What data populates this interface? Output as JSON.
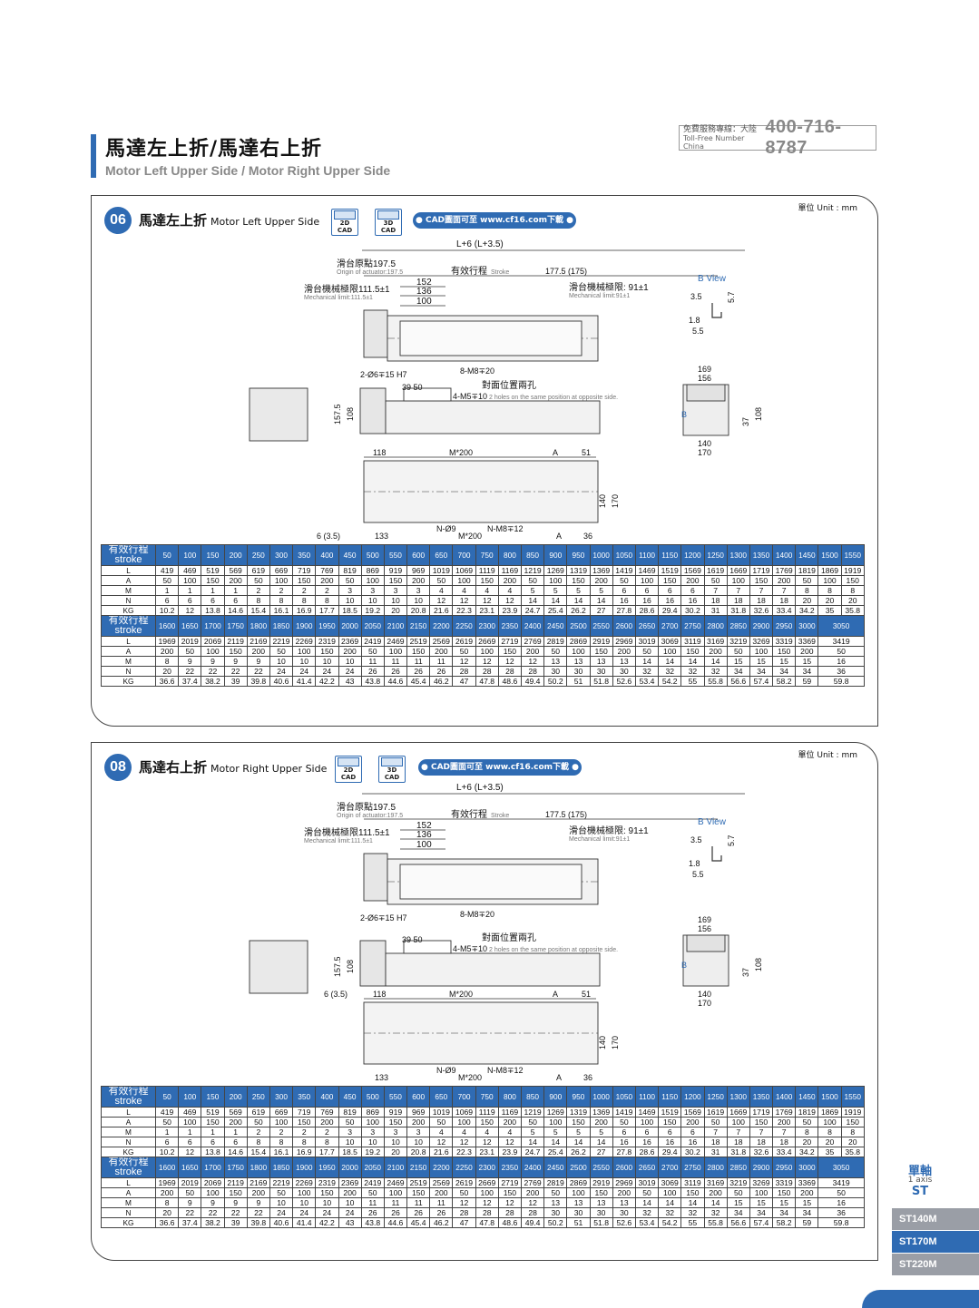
{
  "header": {
    "title_zh": "馬達左上折/馬達右上折",
    "title_en": "Motor Left Upper Side / Motor Right Upper Side",
    "hotline_label_zh": "免費服務專線：大陸",
    "hotline_label_en": "Toll-Free Number   China",
    "hotline_number": "400-716-8787"
  },
  "panels": [
    {
      "badge": "06",
      "title_zh": "馬達左上折",
      "title_en": "Motor Left Upper Side",
      "unit": "單位 Unit : mm",
      "cad_2d": "2D CAD",
      "cad_3d": "3D CAD",
      "cad_link": "● CAD圖面可至 www.cf16.com下載 ●",
      "dims": {
        "l_total": "L+6 (L+3.5)",
        "origin_zh": "滑台原點197.5",
        "origin_en": "Origin of actuator:197.5",
        "stroke_zh": "有效行程",
        "stroke_en": "Stroke",
        "right_end": "177.5 (175)",
        "mech_left_zh": "滑台機械極限111.5±1",
        "mech_left_en": "Mechanical limit:111.5±1",
        "mech_right_zh": "滑台機械極限: 91±1",
        "mech_right_en": "Mechanical limit:91±1",
        "d152": "152",
        "d136": "136",
        "d100": "100",
        "pin": "2-Ø6∓15 H7",
        "m8": "8-M8∓20",
        "d39": "39",
        "d50": "50",
        "m5": "4-M5∓10",
        "same_zh": "對面位置兩孔",
        "same_en": "2 holes on the same position at opposite side.",
        "d157": "157.5",
        "d108": "108",
        "d118": "118",
        "m200": "M*200",
        "a": "A",
        "d51": "51",
        "d140": "140",
        "d170": "170",
        "d6": "6 (3.5)",
        "d133": "133",
        "n9": "N-Ø9",
        "nm8": "N-M8∓12",
        "d36": "36",
        "bview": "B View",
        "d35": "3.5",
        "d57": "5.7",
        "d18": "1.8",
        "d55": "5.5",
        "d169": "169",
        "d156": "156",
        "d37": "37",
        "b": "B"
      }
    },
    {
      "badge": "08",
      "title_zh": "馬達右上折",
      "title_en": "Motor Right Upper Side",
      "unit": "單位 Unit : mm",
      "cad_2d": "2D CAD",
      "cad_3d": "3D CAD",
      "cad_link": "● CAD圖面可至 www.cf16.com下載 ●",
      "dims": {
        "l_total": "L+6 (L+3.5)",
        "origin_zh": "滑台原點197.5",
        "origin_en": "Origin of actuator:197.5",
        "stroke_zh": "有效行程",
        "stroke_en": "Stroke",
        "right_end": "177.5 (175)",
        "mech_left_zh": "滑台機械極限111.5±1",
        "mech_left_en": "Mechanical limit:111.5±1",
        "mech_right_zh": "滑台機械極限: 91±1",
        "mech_right_en": "Mechanical limit:91±1",
        "d152": "152",
        "d136": "136",
        "d100": "100",
        "pin": "2-Ø6∓15 H7",
        "m8": "8-M8∓20",
        "d39": "39",
        "d50": "50",
        "m5": "4-M5∓10",
        "same_zh": "對面位置兩孔",
        "same_en": "2 holes on the same position at opposite side.",
        "d157": "157.5",
        "d108": "108",
        "d118": "118",
        "m200": "M*200",
        "a": "A",
        "d51": "51",
        "d140": "140",
        "d170": "170",
        "d6": "6 (3.5)",
        "d133": "133",
        "n9": "N-Ø9",
        "nm8": "N-M8∓12",
        "d36": "36",
        "bview": "B View",
        "d35": "3.5",
        "d57": "5.7",
        "d18": "1.8",
        "d55": "5.5",
        "d169": "169",
        "d156": "156",
        "d37": "37",
        "b": "B"
      }
    }
  ],
  "table": {
    "stroke_label_zh": "有效行程",
    "stroke_label_en": "stroke",
    "row_labels": [
      "L",
      "A",
      "M",
      "N",
      "KG"
    ],
    "block1": {
      "strokes": [
        "50",
        "100",
        "150",
        "200",
        "250",
        "300",
        "350",
        "400",
        "450",
        "500",
        "550",
        "600",
        "650",
        "700",
        "750",
        "800",
        "850",
        "900",
        "950",
        "1000",
        "1050",
        "1100",
        "1150",
        "1200",
        "1250",
        "1300",
        "1350",
        "1400",
        "1450",
        "1500",
        "1550"
      ],
      "L": [
        "419",
        "469",
        "519",
        "569",
        "619",
        "669",
        "719",
        "769",
        "819",
        "869",
        "919",
        "969",
        "1019",
        "1069",
        "1119",
        "1169",
        "1219",
        "1269",
        "1319",
        "1369",
        "1419",
        "1469",
        "1519",
        "1569",
        "1619",
        "1669",
        "1719",
        "1769",
        "1819",
        "1869",
        "1919"
      ],
      "A": [
        "50",
        "100",
        "150",
        "200",
        "50",
        "100",
        "150",
        "200",
        "50",
        "100",
        "150",
        "200",
        "50",
        "100",
        "150",
        "200",
        "50",
        "100",
        "150",
        "200",
        "50",
        "100",
        "150",
        "200",
        "50",
        "100",
        "150",
        "200",
        "50",
        "100",
        "150"
      ],
      "M": [
        "1",
        "1",
        "1",
        "1",
        "2",
        "2",
        "2",
        "2",
        "3",
        "3",
        "3",
        "3",
        "4",
        "4",
        "4",
        "4",
        "5",
        "5",
        "5",
        "5",
        "6",
        "6",
        "6",
        "6",
        "7",
        "7",
        "7",
        "7",
        "8",
        "8",
        "8"
      ],
      "N": [
        "6",
        "6",
        "6",
        "6",
        "8",
        "8",
        "8",
        "8",
        "10",
        "10",
        "10",
        "10",
        "12",
        "12",
        "12",
        "12",
        "14",
        "14",
        "14",
        "14",
        "16",
        "16",
        "16",
        "16",
        "18",
        "18",
        "18",
        "18",
        "20",
        "20",
        "20"
      ],
      "KG": [
        "10.2",
        "12",
        "13.8",
        "14.6",
        "15.4",
        "16.1",
        "16.9",
        "17.7",
        "18.5",
        "19.2",
        "20",
        "20.8",
        "21.6",
        "22.3",
        "23.1",
        "23.9",
        "24.7",
        "25.4",
        "26.2",
        "27",
        "27.8",
        "28.6",
        "29.4",
        "30.2",
        "31",
        "31.8",
        "32.6",
        "33.4",
        "34.2",
        "35",
        "35.8"
      ]
    },
    "block2": {
      "strokes": [
        "1600",
        "1650",
        "1700",
        "1750",
        "1800",
        "1850",
        "1900",
        "1950",
        "2000",
        "2050",
        "2100",
        "2150",
        "2200",
        "2250",
        "2300",
        "2350",
        "2400",
        "2450",
        "2500",
        "2550",
        "2600",
        "2650",
        "2700",
        "2750",
        "2800",
        "2850",
        "2900",
        "2950",
        "3000",
        "3050"
      ],
      "L": [
        "1969",
        "2019",
        "2069",
        "2119",
        "2169",
        "2219",
        "2269",
        "2319",
        "2369",
        "2419",
        "2469",
        "2519",
        "2569",
        "2619",
        "2669",
        "2719",
        "2769",
        "2819",
        "2869",
        "2919",
        "2969",
        "3019",
        "3069",
        "3119",
        "3169",
        "3219",
        "3269",
        "3319",
        "3369",
        "3419"
      ],
      "A": [
        "200",
        "50",
        "100",
        "150",
        "200",
        "50",
        "100",
        "150",
        "200",
        "50",
        "100",
        "150",
        "200",
        "50",
        "100",
        "150",
        "200",
        "50",
        "100",
        "150",
        "200",
        "50",
        "100",
        "150",
        "200",
        "50",
        "100",
        "150",
        "200",
        "50"
      ],
      "M": [
        "8",
        "9",
        "9",
        "9",
        "9",
        "10",
        "10",
        "10",
        "10",
        "11",
        "11",
        "11",
        "11",
        "12",
        "12",
        "12",
        "12",
        "13",
        "13",
        "13",
        "13",
        "14",
        "14",
        "14",
        "14",
        "15",
        "15",
        "15",
        "15",
        "16"
      ],
      "N": [
        "20",
        "22",
        "22",
        "22",
        "22",
        "24",
        "24",
        "24",
        "24",
        "26",
        "26",
        "26",
        "26",
        "28",
        "28",
        "28",
        "28",
        "30",
        "30",
        "30",
        "30",
        "32",
        "32",
        "32",
        "32",
        "34",
        "34",
        "34",
        "34",
        "36"
      ],
      "KG": [
        "36.6",
        "37.4",
        "38.2",
        "39",
        "39.8",
        "40.6",
        "41.4",
        "42.2",
        "43",
        "43.8",
        "44.6",
        "45.4",
        "46.2",
        "47",
        "47.8",
        "48.6",
        "49.4",
        "50.2",
        "51",
        "51.8",
        "52.6",
        "53.4",
        "54.2",
        "55",
        "55.8",
        "56.6",
        "57.4",
        "58.2",
        "59",
        "59.8"
      ]
    }
  },
  "side_nav": {
    "axis_zh": "單軸",
    "axis_en": "1 axis",
    "series": "ST",
    "items": [
      "ST140M",
      "ST170M",
      "ST220M"
    ],
    "active": "ST170M"
  },
  "colors": {
    "accent": "#2f6bb3",
    "gray": "#9a9ea6"
  }
}
